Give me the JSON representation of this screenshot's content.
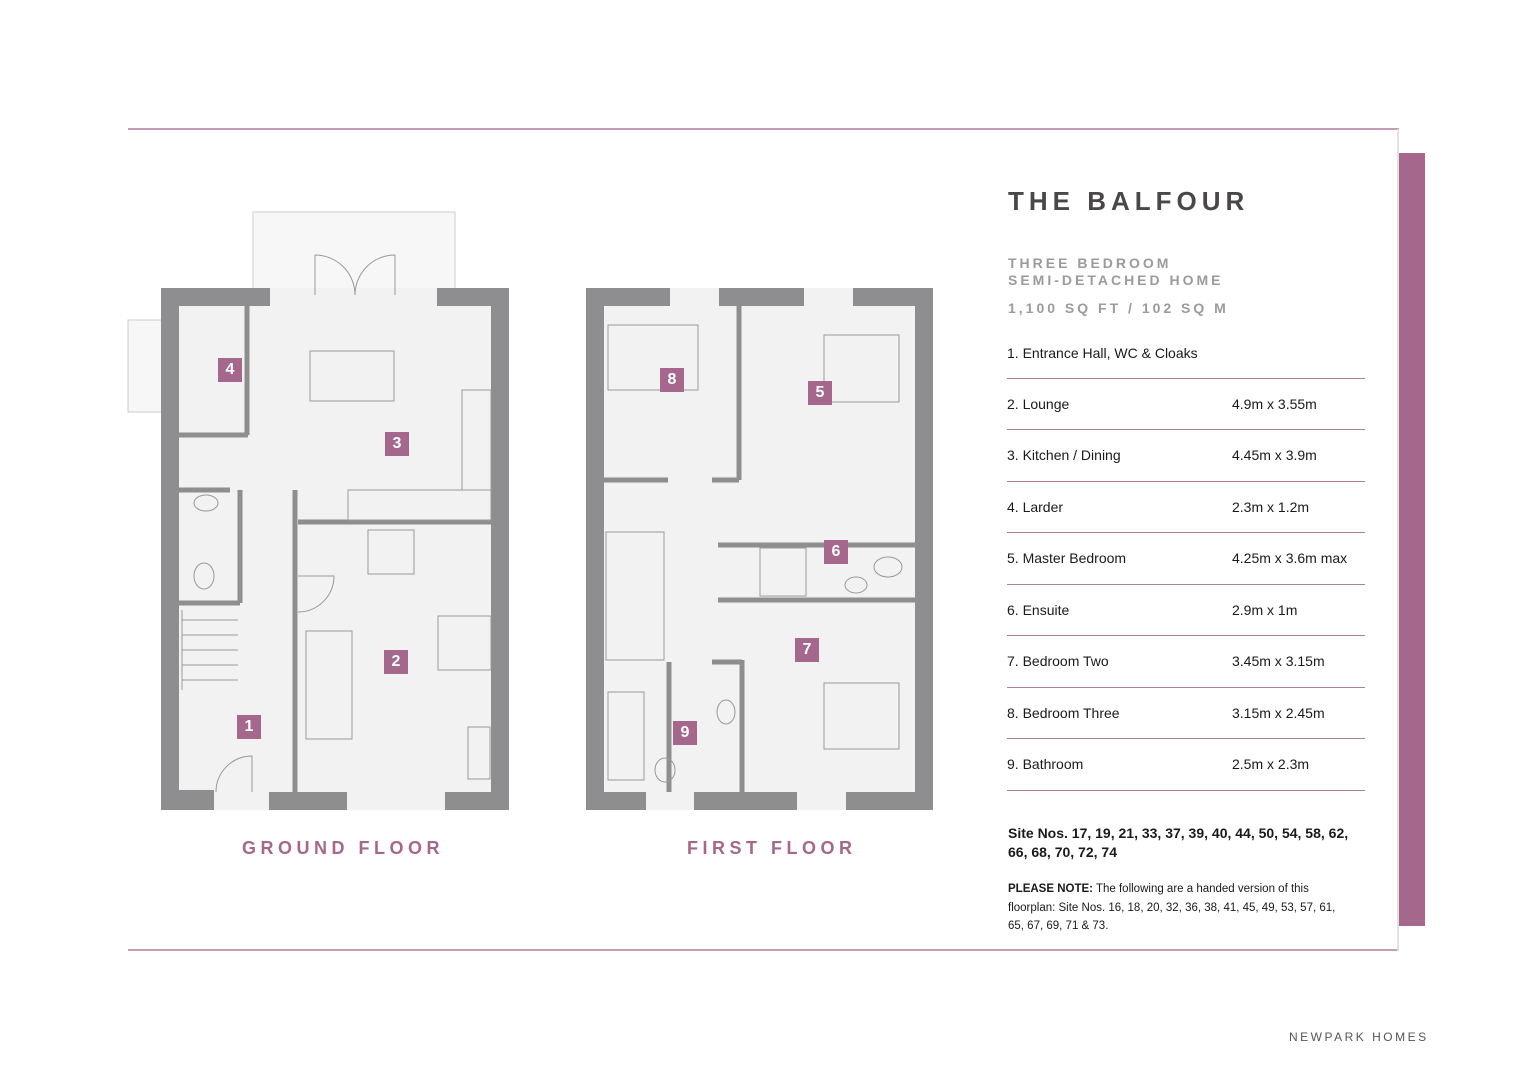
{
  "title": "THE BALFOUR",
  "subtitle_line1": "THREE BEDROOM",
  "subtitle_line2": "SEMI-DETACHED HOME",
  "area": "1,100 SQ FT / 102 SQ M",
  "rooms": [
    {
      "name": "1. Entrance Hall, WC & Cloaks",
      "dim": ""
    },
    {
      "name": "2. Lounge",
      "dim": "4.9m x 3.55m"
    },
    {
      "name": "3. Kitchen / Dining",
      "dim": "4.45m x 3.9m"
    },
    {
      "name": "4. Larder",
      "dim": "2.3m x 1.2m"
    },
    {
      "name": "5. Master Bedroom",
      "dim": "4.25m x 3.6m max"
    },
    {
      "name": "6. Ensuite",
      "dim": "2.9m x 1m"
    },
    {
      "name": "7. Bedroom Two",
      "dim": "3.45m x 3.15m"
    },
    {
      "name": "8. Bedroom Three",
      "dim": "3.15m x 2.45m"
    },
    {
      "name": "9. Bathroom",
      "dim": "2.5m x 2.3m"
    }
  ],
  "sites": "Site Nos. 17, 19, 21, 33, 37, 39, 40, 44, 50, 54, 58, 62, 66, 68, 70, 72, 74",
  "note_label": "PLEASE NOTE:",
  "note_text": " The following are a handed version of this floorplan: Site Nos. 16, 18, 20, 32, 36, 38, 41, 45, 49, 53, 57, 61, 65, 67, 69, 71 & 73.",
  "ground_floor_label": "GROUND FLOOR",
  "first_floor_label": "FIRST FLOOR",
  "badges": [
    "1",
    "2",
    "3",
    "4",
    "5",
    "6",
    "7",
    "8",
    "9"
  ],
  "brand": "NEWPARK HOMES",
  "colors": {
    "accent": "#a5688c",
    "wall": "#8e8e90",
    "floor": "#f2f2f2"
  }
}
